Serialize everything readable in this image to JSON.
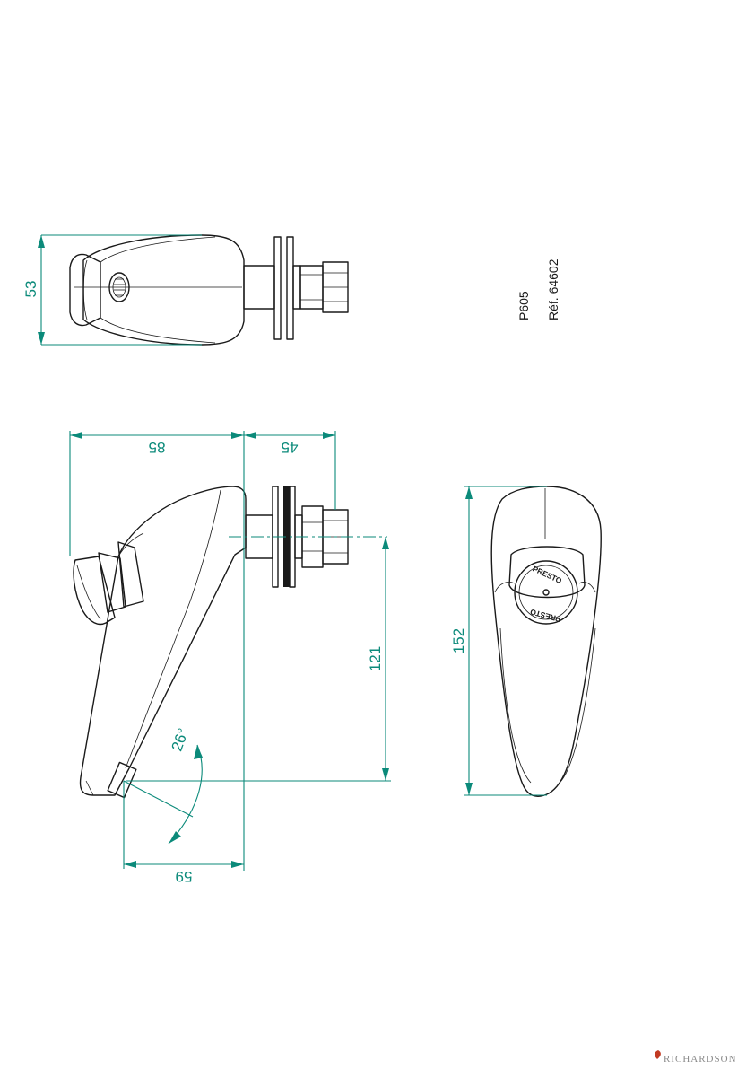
{
  "dimensions": {
    "top_view_width": "53",
    "side_spout_length": "85",
    "side_thread_length": "45",
    "side_height": "121",
    "side_angle": "26°",
    "side_base_length": "59",
    "front_height": "152"
  },
  "product": {
    "model": "P605",
    "reference": "Réf.  64602"
  },
  "button_label_top": "PRESTO",
  "button_label_bottom": "PRESTO",
  "brand": "RICHARDSON",
  "colors": {
    "dimension": "#0b8a7a",
    "outline": "#1a1a1a"
  }
}
